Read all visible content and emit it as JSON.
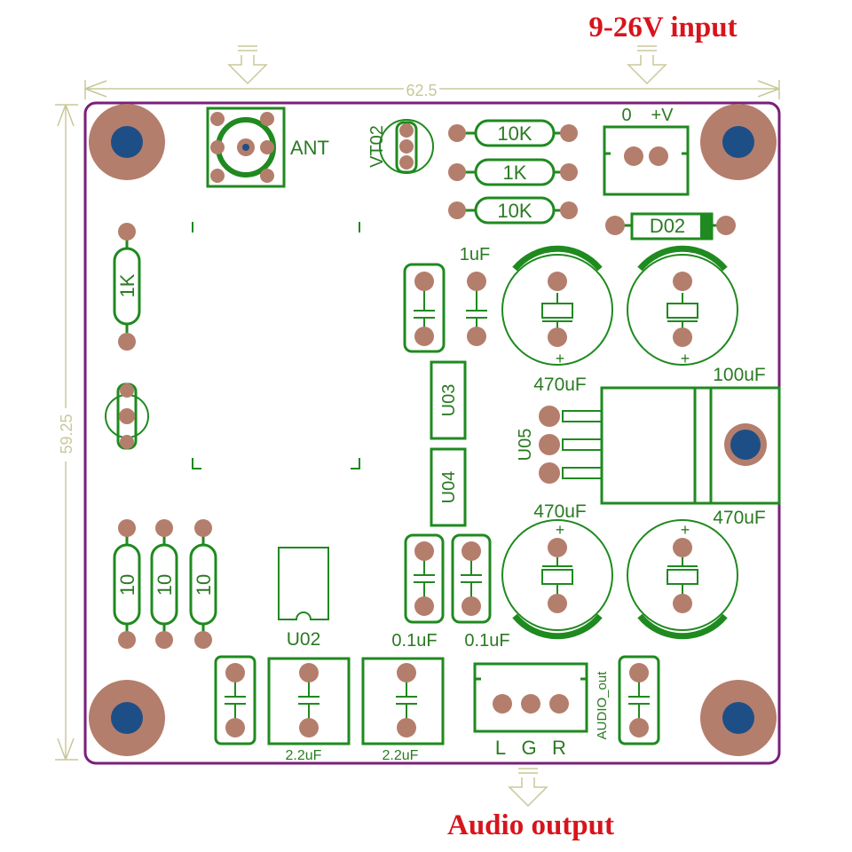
{
  "callouts": {
    "power_input": "9-26V input",
    "audio_output": "Audio output"
  },
  "dimensions": {
    "width": "62.5",
    "height": "59.25"
  },
  "labels": {
    "ant": "ANT",
    "vt02": "VT02",
    "r_10k_top": "10K",
    "r_1k": "1K",
    "r_10k_bottom": "10K",
    "power_0": "0",
    "power_v": "+V",
    "d02": "D02",
    "r_1k_left": "1K",
    "cap_1uf": "1uF",
    "cap_470uf_top": "470uF",
    "cap_100uf": "100uF",
    "u03": "U03",
    "u04": "U04",
    "u05": "U05",
    "cap_470uf_mid_left": "470uF",
    "cap_470uf_mid_right": "470uF",
    "r_10_a": "10",
    "r_10_b": "10",
    "r_10_c": "10",
    "u02": "U02",
    "cap_01uf_a": "0.1uF",
    "cap_01uf_b": "0.1uF",
    "cap_22uf_a": "2.2uF",
    "cap_22uf_b": "2.2uF",
    "out_l": "L",
    "out_g": "G",
    "out_r": "R",
    "audio_out": "AUDIO_out",
    "plus": "+"
  },
  "colors": {
    "board_outline": "#7a1f7a",
    "silkscreen": "#1f8a1f",
    "pad": "#b47e6c",
    "hole": "#1d4f86",
    "callout": "#d8141c",
    "dimension": "#c8c89a"
  }
}
